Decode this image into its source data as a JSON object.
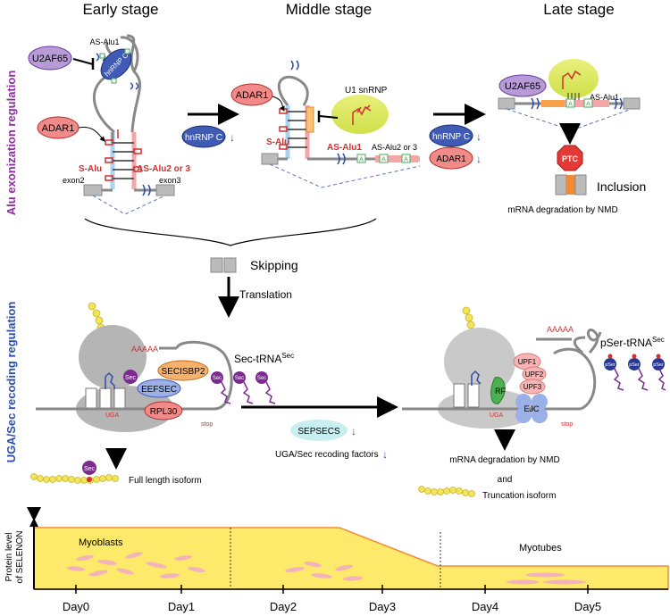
{
  "stages": {
    "early": "Early stage",
    "middle": "Middle stage",
    "late": "Late stage"
  },
  "section_labels": {
    "alu": "Alu exonization regulation",
    "ugasec": "UGA/Sec recoding regulation"
  },
  "early": {
    "u2af65": "U2AF65",
    "hnrnpc": "hnRNP C",
    "adar1": "ADAR1",
    "as_alu1": "AS-Alu1",
    "s_alu": "S-Alu",
    "as_alu23": "AS-Alu2 or 3",
    "exon2": "exon2",
    "exon3": "exon3"
  },
  "middle": {
    "adar1": "ADAR1",
    "u1snrnp": "U1 snRNP",
    "hnrnpc": "hnRNP C",
    "s_alu": "S-Alu",
    "as_alu1": "AS-Alu1",
    "as_alu23": "AS-Alu2 or 3",
    "down_arrow": "↓"
  },
  "late": {
    "u2af65": "U2AF65",
    "as_alu1": "AS-Alu1",
    "hnrnpc": "hnRNP C",
    "adar1": "ADAR1",
    "down_arrow": "↓",
    "ptc": "PTC",
    "inclusion": "Inclusion",
    "nmd": "mRNA degradation by NMD"
  },
  "inosine_letter": "A",
  "skipping": "Skipping",
  "translation": "Translation",
  "left_translation": {
    "polya": "AAAAA",
    "sec": "Sec",
    "secisbp2": "SECISBP2",
    "eefsec": "EEFSEC",
    "rpl30": "RPL30",
    "uga": "UGA",
    "stop": "stop",
    "sec_trna": "Sec-tRNA",
    "sec_trna_sup": "Sec",
    "full_length": "Full length isoform"
  },
  "middle_translation": {
    "sepsecs": "SEPSECS",
    "sepsecs_arrow": "↓",
    "factors": "UGA/Sec recoding factors",
    "factors_arrow": "↓"
  },
  "right_translation": {
    "polya": "AAAAA",
    "upf1": "UPF1",
    "upf2": "UPF2",
    "upf3": "UPF3",
    "rf": "RF",
    "ejc": "EJC",
    "uga": "UGA",
    "stop": "stop",
    "pser_trna": "pSer-tRNA",
    "pser_trna_sup": "Sec",
    "pser": "pSer",
    "nmd": "mRNA degradation by NMD",
    "and": "and",
    "truncation": "Truncation isoform"
  },
  "timeline": {
    "ylabel_line1": "Protein level",
    "ylabel_line2": "of SELENON",
    "myoblasts": "Myoblasts",
    "myotubes": "Myotubes",
    "days": [
      "Day0",
      "Day1",
      "Day2",
      "Day3",
      "Day4",
      "Day5"
    ]
  },
  "colors": {
    "accent_purple": "#8b2f9c",
    "accent_blue": "#2e4ea8",
    "accent_red": "#d32f2f",
    "timeline_fill": "#fde96a",
    "timeline_edge": "#f08b3a"
  }
}
